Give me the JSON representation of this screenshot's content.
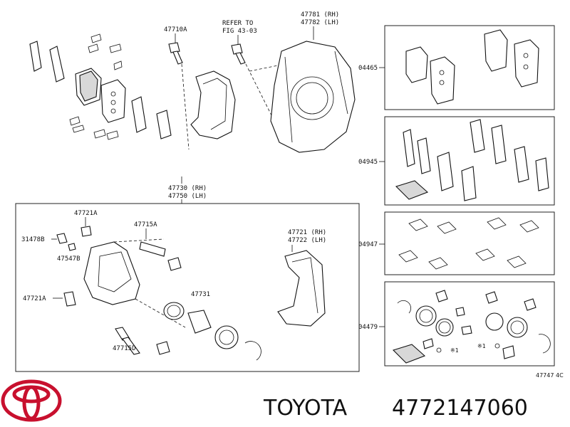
{
  "labels": {
    "p47710a": "47710A",
    "refer_to": "REFER TO",
    "fig_ref": "FIG 43-03",
    "p47781": "47781 (RH)",
    "p47782": "47782 (LH)",
    "p47730": "47730 (RH)",
    "p47750": "47750 (LH)",
    "p47721a_top": "47721A",
    "p31478b": "31478B",
    "p47547b": "47547B",
    "p47715a": "47715A",
    "p47721a_bottom": "47721A",
    "p47731": "47731",
    "p47715d": "47715D",
    "p47721": "47721 (RH)",
    "p47722": "47722 (LH)",
    "kit_04465": "04465",
    "kit_04945": "04945",
    "kit_04947": "04947",
    "kit_04479": "04479",
    "star1_a": "※1",
    "star1_b": "※1",
    "figure_id": "47747 4C"
  },
  "footer": {
    "brand": "TOYOTA",
    "part_number": "4772147060"
  },
  "colors": {
    "line": "#111111",
    "logo": "#c8102e",
    "background": "#ffffff"
  },
  "icons": {
    "logo": "toyota-logo-icon"
  }
}
